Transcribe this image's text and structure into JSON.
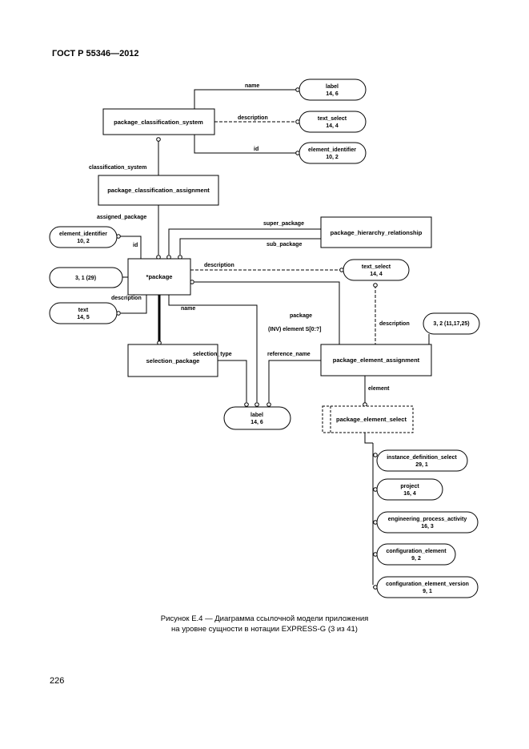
{
  "header": "ГОСТ Р 55346—2012",
  "entities": {
    "package_classification_system": "package_classification_system",
    "package_classification_assignment": "package_classification_assignment",
    "package": "*package",
    "package_hierarchy_relationship": "package_hierarchy_relationship",
    "selection_package": "selection_package",
    "package_element_assignment": "package_element_assignment",
    "package_element_select": "package_element_select"
  },
  "refs": {
    "label_top": [
      "label",
      "14, 6"
    ],
    "text_select_top": [
      "text_select",
      "14, 4"
    ],
    "element_identifier_top": [
      "element_identifier",
      "10, 2"
    ],
    "element_identifier_left": [
      "element_identifier",
      "10, 2"
    ],
    "page_ref_left": "3, 1 (29)",
    "text_left": [
      "text",
      "14, 5"
    ],
    "text_select_mid": [
      "text_select",
      "14, 4"
    ],
    "page_ref_right": "3, 2 (11,17,25)",
    "label_bottom": [
      "label",
      "14, 6"
    ],
    "instance_definition_select": [
      "instance_definition_select",
      "29, 1"
    ],
    "project": [
      "project",
      "16, 4"
    ],
    "engineering_process_activity": [
      "engineering_process_activity",
      "16, 3"
    ],
    "configuration_element": [
      "configuration_element",
      "9, 2"
    ],
    "configuration_element_version": [
      "configuration_element_version",
      "9, 1"
    ]
  },
  "labels": {
    "name_top": "name",
    "description_top": "description",
    "id_top": "id",
    "classification_system": "classification_system",
    "assigned_package": "assigned_package",
    "super_package": "super_package",
    "sub_package": "sub_package",
    "id_left": "id",
    "description_mid": "description",
    "description_left": "description",
    "name_mid": "name",
    "package": "package",
    "inv_element": "(INV) element S[0:?]",
    "description_right": "description",
    "selection_type": "selection_type",
    "reference_name": "reference_name",
    "element": "element"
  },
  "caption": {
    "line1": "Рисунок Е.4 — Диаграмма ссылочной модели приложения",
    "line2": "на уровне сущности в нотации EXPRESS-G (3 из 41)"
  },
  "page_number": "226"
}
